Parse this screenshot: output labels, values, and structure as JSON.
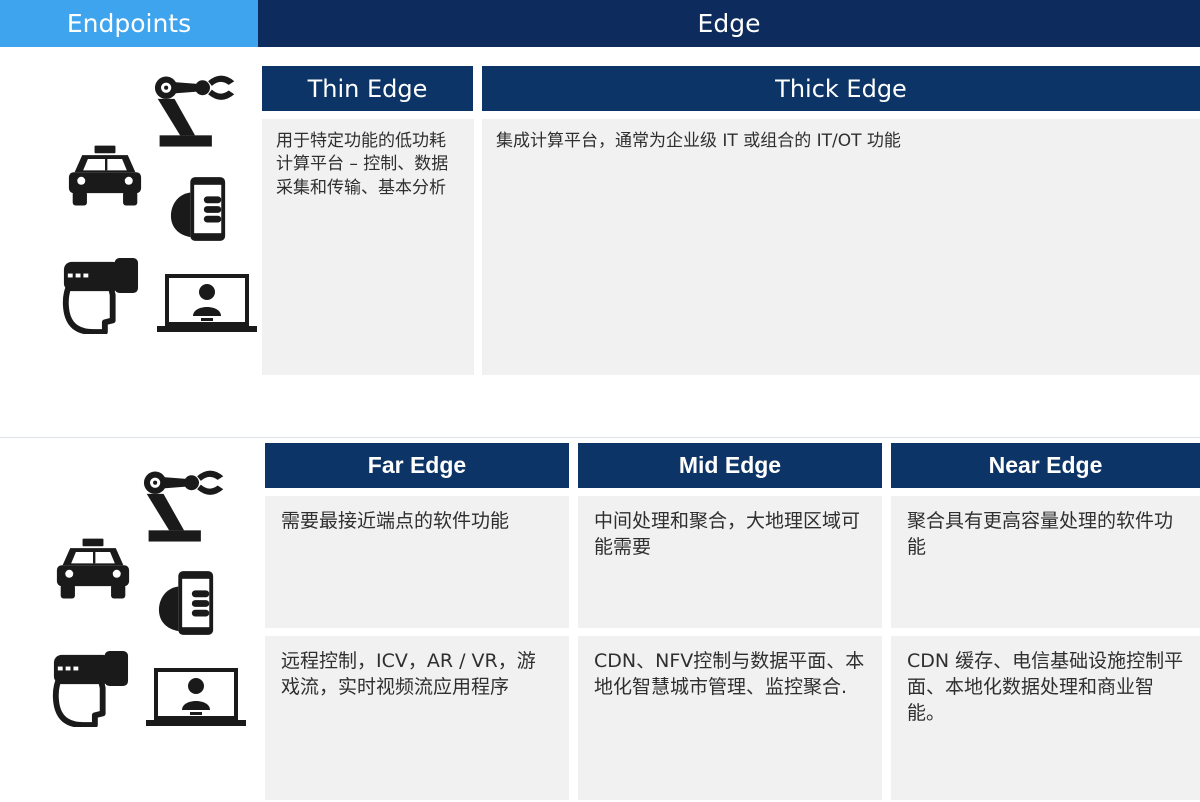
{
  "header": {
    "endpoints": "Endpoints",
    "edge": "Edge"
  },
  "upper": {
    "thin_edge": {
      "title": "Thin Edge",
      "description": "用于特定功能的低功耗计算平台 – 控制、数据采集和传输、基本分析"
    },
    "thick_edge": {
      "title": "Thick Edge",
      "description": "集成计算平台，通常为企业级 IT 或组合的 IT/OT 功能"
    }
  },
  "lower": {
    "far_edge": {
      "title": "Far Edge",
      "description": "需要最接近端点的软件功能",
      "use_cases": "远程控制，ICV，AR / VR，游戏流，实时视频流应用程序"
    },
    "mid_edge": {
      "title": "Mid Edge",
      "description": "中间处理和聚合，大地理区域可能需要",
      "use_cases": "CDN、NFV控制与数据平面、本地化智慧城市管理、监控聚合."
    },
    "near_edge": {
      "title": "Near Edge",
      "description": "聚合具有更高容量处理的软件功能",
      "use_cases": "CDN 缓存、电信基础设施控制平面、本地化数据处理和商业智能。"
    }
  },
  "icons": [
    "robot-arm-icon",
    "car-icon",
    "smartphone-icon",
    "vr-headset-icon",
    "laptop-user-icon"
  ],
  "colors": {
    "endpoints_bar": "#3fa4ee",
    "edge_bar": "#0d2b5c",
    "header_box": "#0d3466",
    "content_box": "#f1f1f1"
  }
}
